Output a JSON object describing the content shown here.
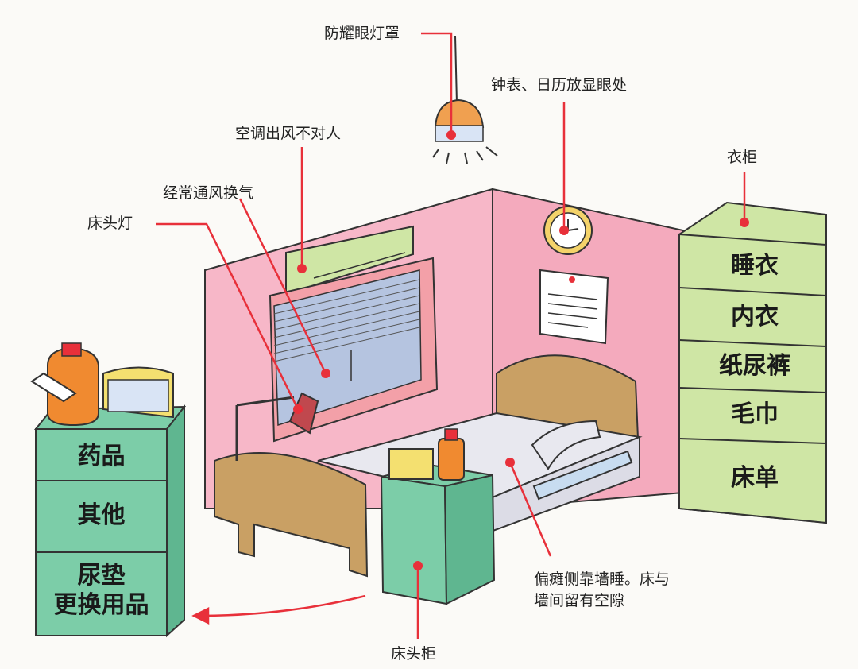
{
  "labels": {
    "glare_shade": "防耀眼灯罩",
    "clock_calendar": "钟表、日历放显眼处",
    "ac_airflow": "空调出风不对人",
    "ventilation": "经常通风换气",
    "bedside_lamp": "床头灯",
    "wardrobe": "衣柜",
    "bed_position_line1": "偏瘫侧靠墙睡。床与",
    "bed_position_line2": "墙间留有空隙",
    "nightstand": "床头柜"
  },
  "wardrobe_drawers": [
    "睡衣",
    "内衣",
    "纸尿裤",
    "毛巾",
    "床单"
  ],
  "left_cabinet_drawers": {
    "top": "药品",
    "middle": "其他",
    "bottom_line1": "尿垫",
    "bottom_line2": "更换用品"
  },
  "colors": {
    "wall": "#f7b7c8",
    "cabinet": "#7ccda8",
    "wardrobe": "#cfe6a5",
    "bed_wood": "#c9a064",
    "leader_line": "#e8303a",
    "kettle": "#f08a30",
    "lamp_shade": "#f0a050"
  }
}
